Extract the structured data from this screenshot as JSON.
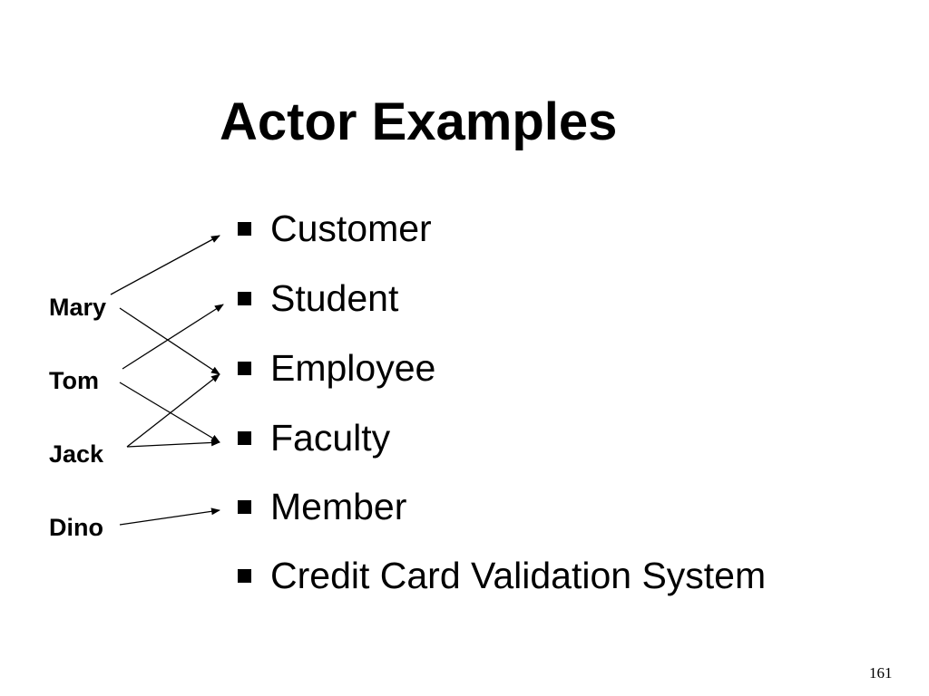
{
  "slide": {
    "title": "Actor Examples",
    "page_number": "161"
  },
  "actors": [
    {
      "name": "Mary"
    },
    {
      "name": "Tom"
    },
    {
      "name": "Jack"
    },
    {
      "name": "Dino"
    }
  ],
  "actor_types": [
    {
      "label": "Customer"
    },
    {
      "label": "Student"
    },
    {
      "label": "Employee"
    },
    {
      "label": "Faculty"
    },
    {
      "label": "Member"
    },
    {
      "label": "Credit Card Validation System"
    }
  ],
  "mappings": [
    {
      "actor": "Mary",
      "type": "Customer"
    },
    {
      "actor": "Mary",
      "type": "Employee"
    },
    {
      "actor": "Tom",
      "type": "Student"
    },
    {
      "actor": "Tom",
      "type": "Faculty"
    },
    {
      "actor": "Jack",
      "type": "Employee"
    },
    {
      "actor": "Jack",
      "type": "Faculty"
    },
    {
      "actor": "Dino",
      "type": "Member"
    }
  ],
  "colors": {
    "background": "#ffffff",
    "text": "#000000",
    "arrow": "#000000"
  }
}
